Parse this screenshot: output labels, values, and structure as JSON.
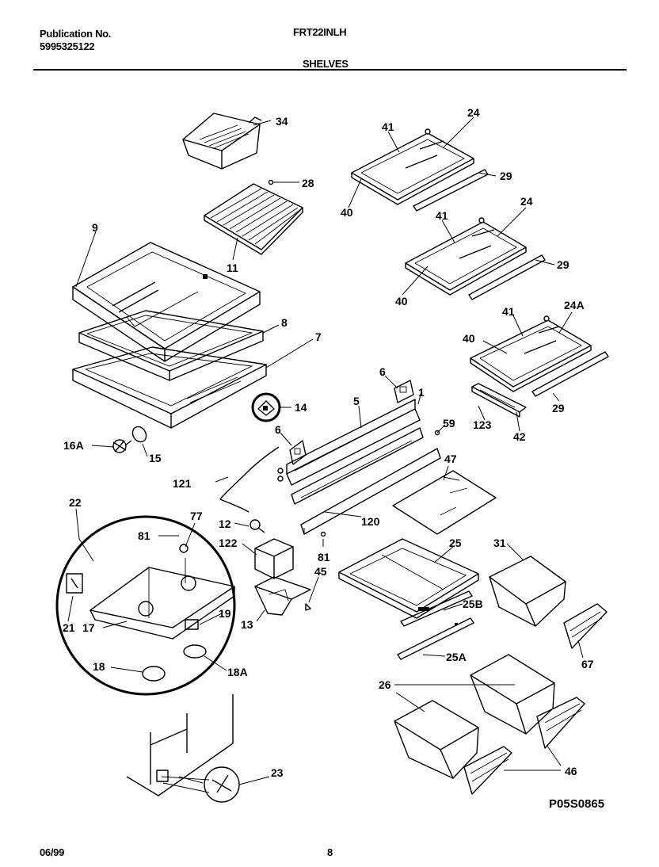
{
  "header": {
    "publication_label": "Publication No.",
    "publication_number": "5995325122",
    "model": "FRT22INLH",
    "section": "SHELVES"
  },
  "diagram_code": "P05S0865",
  "footer": {
    "date": "06/99",
    "page": "8"
  },
  "callouts": {
    "c34": "34",
    "c28": "28",
    "c11": "11",
    "c9": "9",
    "c8": "8",
    "c7": "7",
    "c14": "14",
    "c16A": "16A",
    "c15": "15",
    "c41a": "41",
    "c24a": "24",
    "c29a": "29",
    "c40a": "40",
    "c41b": "41",
    "c24b": "24",
    "c29b": "29",
    "c40b": "40",
    "c41c": "41",
    "c24A": "24A",
    "c40c": "40",
    "c29c": "29",
    "c123": "123",
    "c42": "42",
    "c6a": "6",
    "c5": "5",
    "c1": "1",
    "c59": "59",
    "c6b": "6",
    "c47": "47",
    "c121": "121",
    "c120": "120",
    "c22": "22",
    "c77": "77",
    "c81a": "81",
    "c12": "12",
    "c122": "122",
    "c81b": "81",
    "c45": "45",
    "c13": "13",
    "c25": "25",
    "c31": "31",
    "c25B": "25B",
    "c19": "19",
    "c21": "21",
    "c17": "17",
    "c18": "18",
    "c18A": "18A",
    "c25A": "25A",
    "c67": "67",
    "c26": "26",
    "c46": "46",
    "c23": "23"
  }
}
